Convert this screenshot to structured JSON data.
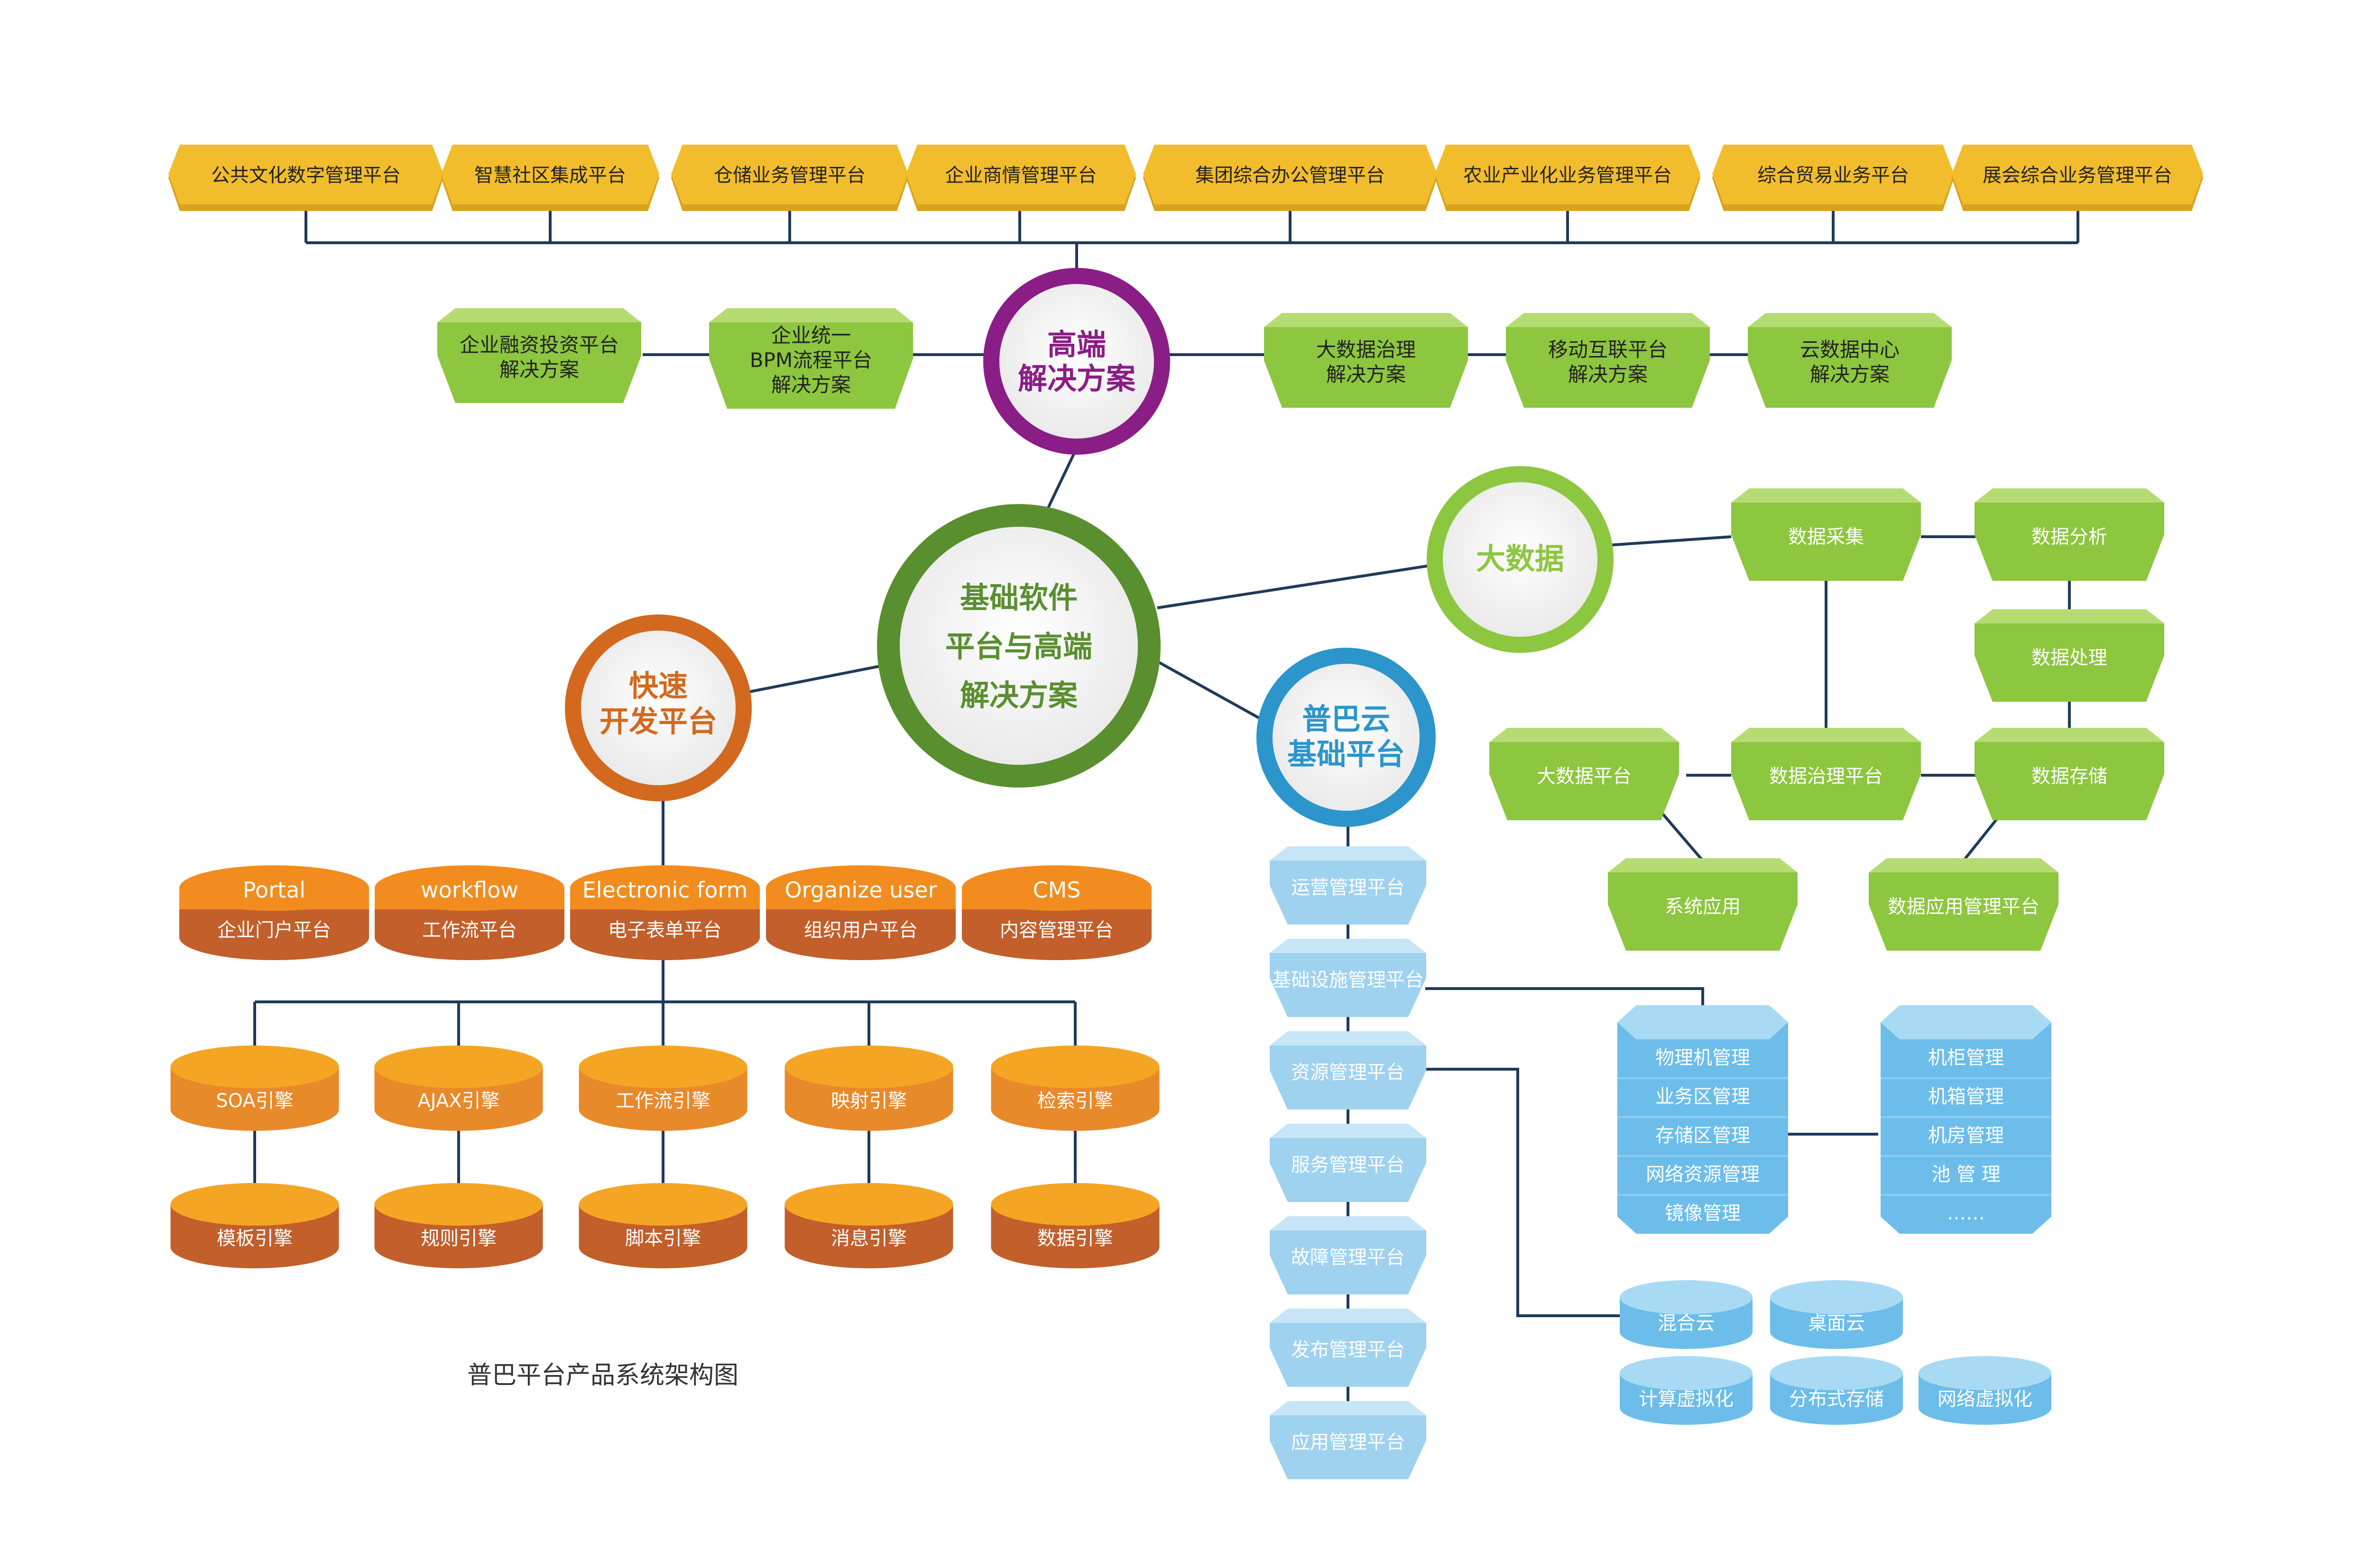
{
  "caption": "普巴平台产品系统架构图",
  "colors": {
    "line": "#1f3a5a",
    "yellow": "#f2bd2c",
    "purple": "#8b1d86",
    "dark_green": "#5a8f30",
    "lime": "#8dc63f",
    "orange": "#d2691e",
    "blue": "#2b95cc",
    "sky": "#9fd2ef",
    "barrel": "#6cbdea"
  },
  "top_platforms": [
    "公共文化数字管理平台",
    "智慧社区集成平台",
    "仓储业务管理平台",
    "企业商情管理平台",
    "集团综合办公管理平台",
    "农业产业化业务管理平台",
    "综合贸易业务平台",
    "展会综合业务管理平台"
  ],
  "hubs": {
    "center": [
      "基础软件",
      "平台与高端",
      "解决方案"
    ],
    "high_end": [
      "高端",
      "解决方案"
    ],
    "big_data": [
      "大数据"
    ],
    "quick_dev": [
      "快速",
      "开发平台"
    ],
    "cloud": [
      "普巴云",
      "基础平台"
    ]
  },
  "solutions_left": [
    [
      "企业融资投资平台",
      "解决方案"
    ],
    [
      "企业统一",
      "BPM流程平台",
      "解决方案"
    ]
  ],
  "solutions_right": [
    [
      "大数据治理",
      "解决方案"
    ],
    [
      "移动互联平台",
      "解决方案"
    ],
    [
      "云数据中心",
      "解决方案"
    ]
  ],
  "big_data_nodes": {
    "collect": "数据采集",
    "analyze": "数据分析",
    "process": "数据处理",
    "platform": "大数据平台",
    "governance": "数据治理平台",
    "storage": "数据存储",
    "system_app": "系统应用",
    "app_mgmt": "数据应用管理平台"
  },
  "dev_platforms": [
    {
      "en": "Portal",
      "zh": "企业门户平台"
    },
    {
      "en": "workflow",
      "zh": "工作流平台"
    },
    {
      "en": "Electronic form",
      "zh": "电子表单平台"
    },
    {
      "en": "Organize user",
      "zh": "组织用户平台"
    },
    {
      "en": "CMS",
      "zh": "内容管理平台"
    }
  ],
  "engines_top": [
    "SOA引擎",
    "AJAX引擎",
    "工作流引擎",
    "映射引擎",
    "检索引擎"
  ],
  "engines_bottom": [
    "模板引擎",
    "规则引擎",
    "脚本引擎",
    "消息引擎",
    "数据引擎"
  ],
  "cloud_platforms": [
    "运营管理平台",
    "基础设施管理平台",
    "资源管理平台",
    "服务管理平台",
    "故障管理平台",
    "发布管理平台",
    "应用管理平台"
  ],
  "infra_stack": [
    "物理机管理",
    "业务区管理",
    "存储区管理",
    "网络资源管理",
    "镜像管理"
  ],
  "room_stack": [
    "机柜管理",
    "机箱管理",
    "机房管理",
    "池  管  理",
    "……"
  ],
  "cloud_types": [
    "混合云",
    "桌面云"
  ],
  "virtualization": [
    "计算虚拟化",
    "分布式存储",
    "网络虚拟化"
  ]
}
